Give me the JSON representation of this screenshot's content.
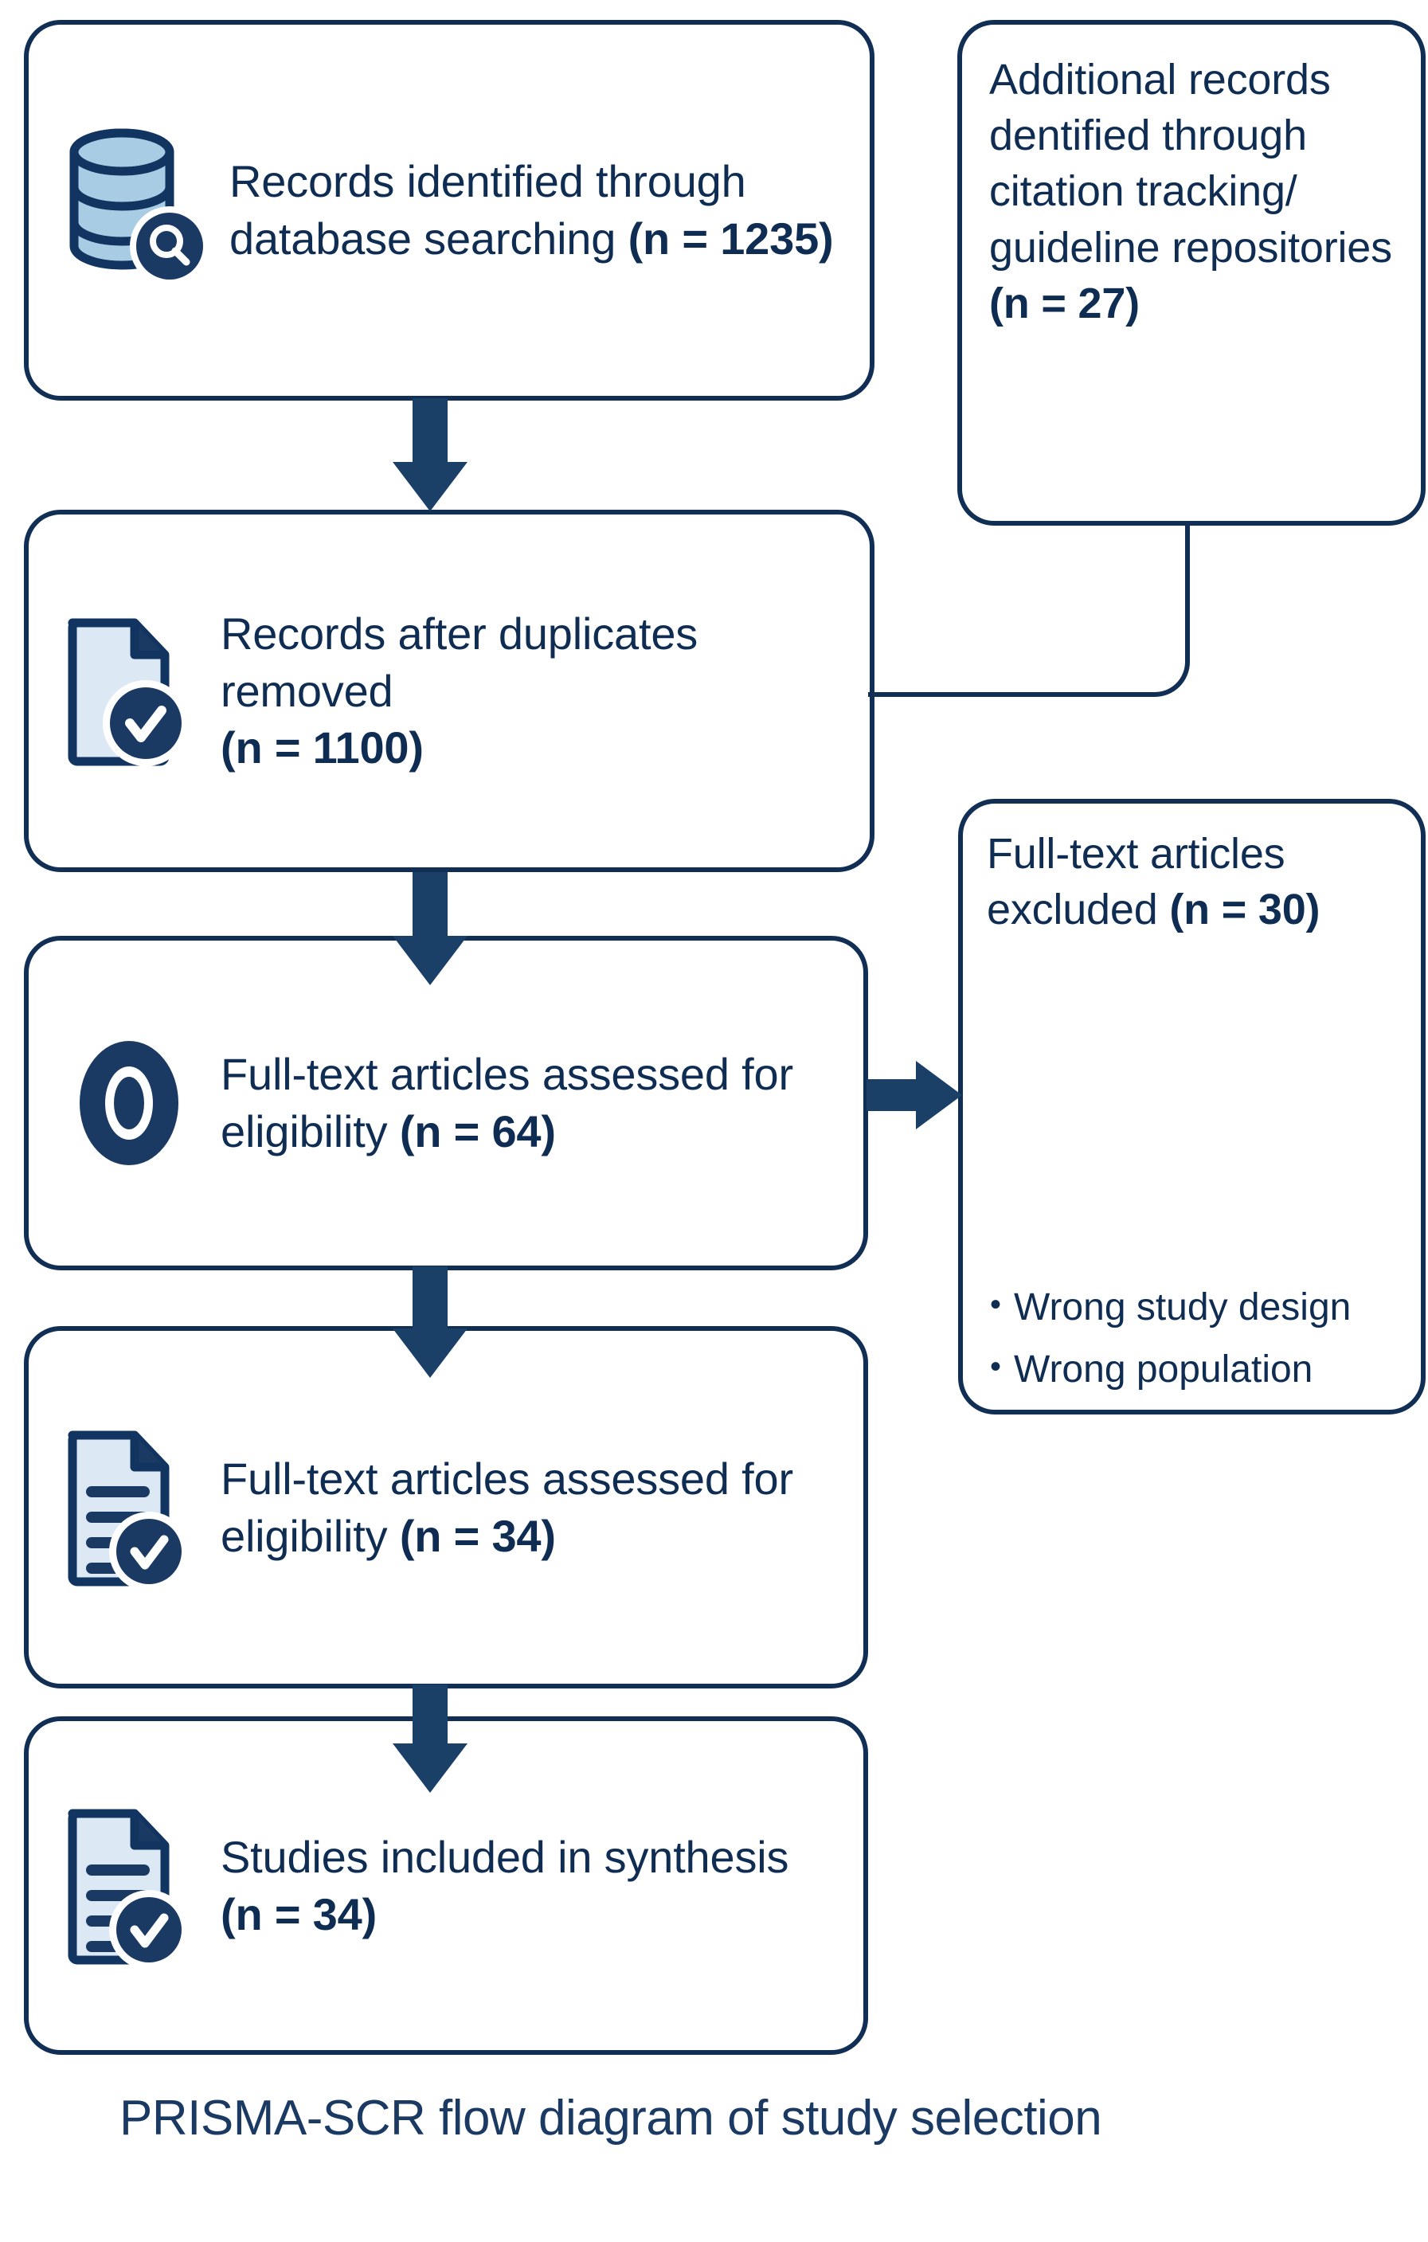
{
  "diagram": {
    "title": "PRISMA-SCR flow diagram of study selection",
    "caption": "PRISMA-SCR flow diagram of study selection",
    "colors": {
      "outline": "#112e55",
      "arrow": "#1b4068",
      "text": "#0f2d52",
      "icon_fill_light": "#a8cce4",
      "icon_fill_pale": "#dce9f5",
      "icon_stroke": "#113560",
      "background": "#ffffff"
    }
  },
  "nodes": {
    "identified": {
      "id": "records-identified",
      "icon": "database-search-icon",
      "text": "Records identified through database searching",
      "count_label": "(n = 1235)",
      "n": 1235
    },
    "additional": {
      "id": "additional-records",
      "icon": null,
      "text": "Additional records dentified through citation tracking/ guideline repositories",
      "count_label": "(n = 27)",
      "n": 27
    },
    "duplicates": {
      "id": "records-after-duplicates-removed",
      "icon": "document-check-icon",
      "text": "Records after duplicates removed",
      "count_label": "(n = 1100)",
      "n": 1100
    },
    "eligibility_screened": {
      "id": "full-text-articles-assessed-64",
      "icon": "eye-icon",
      "text": "Full-text articles assessed for eligibility ",
      "count_label": "(n = 64)",
      "n": 64
    },
    "excluded": {
      "id": "full-text-articles-excluded",
      "icon": null,
      "text": "Full-text articles excluded",
      "count_label": "(n = 30)",
      "n": 30,
      "reasons": [
        "Wrong study design",
        "Wrong population"
      ]
    },
    "eligibility_assessed": {
      "id": "full-text-articles-assessed-34",
      "icon": "document-lines-check-icon",
      "text": "Full-text articles assessed for eligibility ",
      "count_label": "(n = 34)",
      "n": 34
    },
    "included": {
      "id": "studies-included-in-synthesis",
      "icon": "document-lines-check-icon",
      "text": "Studies included in synthesis ",
      "count_label": "(n = 34)",
      "n": 34
    }
  },
  "chart_data": {
    "type": "diagram",
    "title": "PRISMA-SCR flow diagram of study selection",
    "stages": [
      {
        "label": "Records identified through database searching",
        "n": 1235
      },
      {
        "label": "Additional records dentified through citation tracking/ guideline repositories",
        "n": 27
      },
      {
        "label": "Records after duplicates removed",
        "n": 1100
      },
      {
        "label": "Full-text articles assessed for eligibility",
        "n": 64
      },
      {
        "label": "Full-text articles excluded",
        "n": 30
      },
      {
        "label": "Full-text articles assessed for eligibility",
        "n": 34
      },
      {
        "label": "Studies included in synthesis",
        "n": 34
      }
    ],
    "exclusion_reasons": [
      "Wrong study design",
      "Wrong population"
    ]
  }
}
